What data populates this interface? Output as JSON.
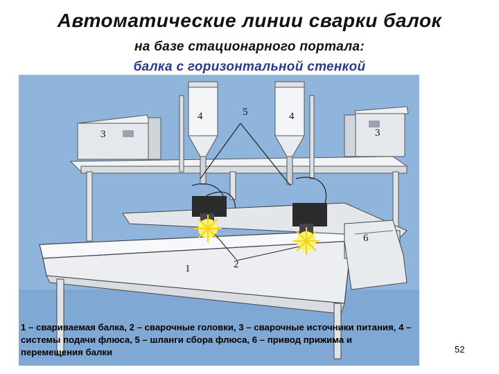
{
  "slide": {
    "title": "Автоматические линии сварки балок",
    "subtitle_line1": "на базе стационарного портала:",
    "subtitle_line2": "балка с горизонтальной стенкой",
    "page_number": "52"
  },
  "figure": {
    "callouts": {
      "c1": "1",
      "c2": "2",
      "c3_left": "3",
      "c3_right": "3",
      "c4_left": "4",
      "c4_right": "4",
      "c5": "5",
      "c6": "6"
    },
    "caption": "1 – свариваемая балка, 2 – сварочные головки, 3 – сварочные источники питания, 4 – системы подачи флюса, 5 – шланги сбора флюса, 6 – привод прижима и перемещения балки"
  },
  "colors": {
    "background_blue": "#8fb5dd",
    "subtitle_blue": "#2b3a8c"
  }
}
